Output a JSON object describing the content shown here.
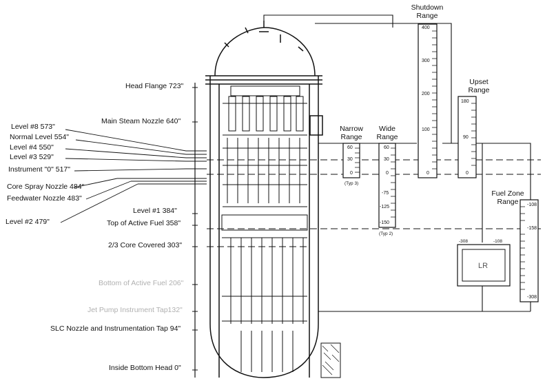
{
  "levels": {
    "head_flange": "Head Flange 723\"",
    "main_steam": "Main Steam Nozzle 640\"",
    "level8": "Level #8   573\"",
    "normal_level": "Normal Level  554\"",
    "level4": "Level #4   550\"",
    "level3": "Level #3   529\"",
    "instrument_zero": "Instrument \"0\"     517\"",
    "core_spray": "Core Spray Nozzle  484\"",
    "feedwater": "Feedwater Nozzle  483\"",
    "level2": "Level #2    479\"",
    "level1": "Level #1    384\"",
    "top_active_fuel": "Top of Active Fuel 358\"",
    "two_thirds": "2/3 Core Covered  303\"",
    "bottom_active_fuel": "Bottom of Active Fuel 206\"",
    "jet_pump": "Jet Pump Instrument Tap132\"",
    "slc": "SLC Nozzle and Instrumentation Tap 94\"",
    "bottom_head": "Inside Bottom Head  0\""
  },
  "ranges": {
    "shutdown": {
      "label": "Shutdown Range",
      "ticks": [
        "400",
        "300",
        "200",
        "100",
        "0"
      ]
    },
    "upset": {
      "label": "Upset Range",
      "ticks": [
        "180",
        "90",
        "0"
      ]
    },
    "narrow": {
      "label": "Narrow Range",
      "ticks": [
        "60",
        "30",
        "0"
      ],
      "note": "(Typ 3)"
    },
    "wide": {
      "label": "Wide Range",
      "ticks": [
        "60",
        "30",
        "0",
        "-75",
        "-125",
        "-150"
      ],
      "note": "(Typ 2)"
    },
    "fuel_zone": {
      "label": "Fuel Zone Range",
      "ticks": [
        "-108",
        "-158",
        "-308"
      ],
      "recorder_left": "-308",
      "recorder_right": "-108"
    }
  },
  "recorder": "LR"
}
